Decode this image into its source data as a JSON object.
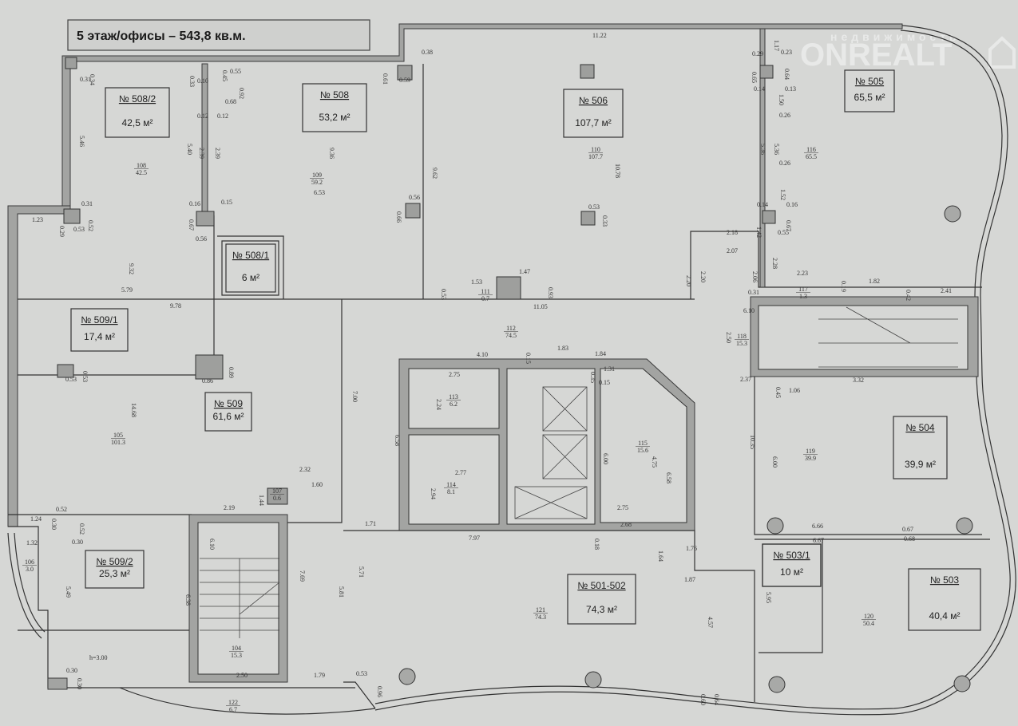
{
  "title": "5 этаж/офисы – 543,8 кв.м.",
  "watermark": {
    "brand": "ONREALT",
    "subtitle": "недвижимость"
  },
  "rooms": [
    {
      "number": "№ 508/2",
      "area": "42,5 м²"
    },
    {
      "number": "№ 508",
      "area": "53,2 м²"
    },
    {
      "number": "№ 506",
      "area": "107,7 м²"
    },
    {
      "number": "№ 505",
      "area": "65,5 м²"
    },
    {
      "number": "№ 508/1",
      "area": "6 м²"
    },
    {
      "number": "№ 509/1",
      "area": "17,4 м²"
    },
    {
      "number": "№ 509",
      "area": "61,6 м²"
    },
    {
      "number": "№ 509/2",
      "area": "25,3 м²"
    },
    {
      "number": "№ 504",
      "area": "39,9 м²"
    },
    {
      "number": "№ 501-502",
      "area": "74,3 м²"
    },
    {
      "number": "№ 503/1",
      "area": "10 м²"
    },
    {
      "number": "№ 503",
      "area": "40,4 м²"
    }
  ],
  "room_codes": [
    {
      "code": "108",
      "area": "42.5"
    },
    {
      "code": "109",
      "area": "59.2"
    },
    {
      "code": "110",
      "area": "107.7"
    },
    {
      "code": "116",
      "area": "65.5"
    },
    {
      "code": "111",
      "area": "0.7"
    },
    {
      "code": "112",
      "area": "74.5"
    },
    {
      "code": "113",
      "area": "6.2"
    },
    {
      "code": "114",
      "area": "8.1"
    },
    {
      "code": "115",
      "area": "15.6"
    },
    {
      "code": "118",
      "area": "15.3"
    },
    {
      "code": "117",
      "area": "1.3"
    },
    {
      "code": "119",
      "area": "39.9"
    },
    {
      "code": "105",
      "area": "101.3"
    },
    {
      "code": "107",
      "area": "0.6"
    },
    {
      "code": "106",
      "area": "3.0"
    },
    {
      "code": "104",
      "area": "15.3"
    },
    {
      "code": "121",
      "area": "74.3"
    },
    {
      "code": "120",
      "area": "50.4"
    },
    {
      "code": "122",
      "area": "6.7"
    }
  ],
  "dimensions": [
    "0.31",
    "0.34",
    "0.33",
    "0.10",
    "0.55",
    "0.45",
    "0.92",
    "0.68",
    "0.12",
    "0.12",
    "5.40",
    "2.39",
    "2.39",
    "5.46",
    "9.36",
    "6.53",
    "0.16",
    "0.15",
    "0.67",
    "0.56",
    "0.31",
    "1.23",
    "0.29",
    "0.53",
    "0.52",
    "9.32",
    "5.79",
    "0.38",
    "0.61",
    "0.59",
    "9.62",
    "0.56",
    "0.66",
    "11.22",
    "10.78",
    "0.53",
    "0.33",
    "0.53",
    "1.53",
    "1.47",
    "0.93",
    "11.05",
    "2.18",
    "2.07",
    "2.20",
    "2.20",
    "2.06",
    "2.28",
    "1.42",
    "0.55",
    "0.14",
    "0.16",
    "1.52",
    "0.67",
    "5.36",
    "5.36",
    "0.26",
    "0.26",
    "1.50",
    "0.29",
    "0.23",
    "0.65",
    "0.64",
    "0.14",
    "0.13",
    "1.17",
    "2.23",
    "0.19",
    "1.82",
    "0.42",
    "2.41",
    "0.31",
    "9.78",
    "0.53",
    "0.53",
    "0.86",
    "0.89",
    "14.68",
    "7.00",
    "2.32",
    "1.60",
    "1.44",
    "2.19",
    "0.52",
    "1.24",
    "0.30",
    "0.52",
    "0.30",
    "1.32",
    "5.49",
    "6.38",
    "6.10",
    "7.69",
    "5.81",
    "5.71",
    "1.71",
    "h=3.00",
    "0.30",
    "0.30",
    "2.50",
    "1.79",
    "0.53",
    "0.96",
    "4.10",
    "0.15",
    "1.83",
    "1.84",
    "1.31",
    "0.35",
    "0.15",
    "2.75",
    "2.24",
    "6.58",
    "2.77",
    "2.94",
    "6.00",
    "4.75",
    "6.58",
    "2.75",
    "2.68",
    "0.18",
    "7.97",
    "10.35",
    "6.00",
    "2.37",
    "0.45",
    "1.06",
    "3.32",
    "6.10",
    "2.50",
    "6.66",
    "6.67",
    "0.67",
    "0.68",
    "1.76",
    "1.64",
    "1.87",
    "5.95",
    "4.57",
    "0.60",
    "0.64"
  ]
}
